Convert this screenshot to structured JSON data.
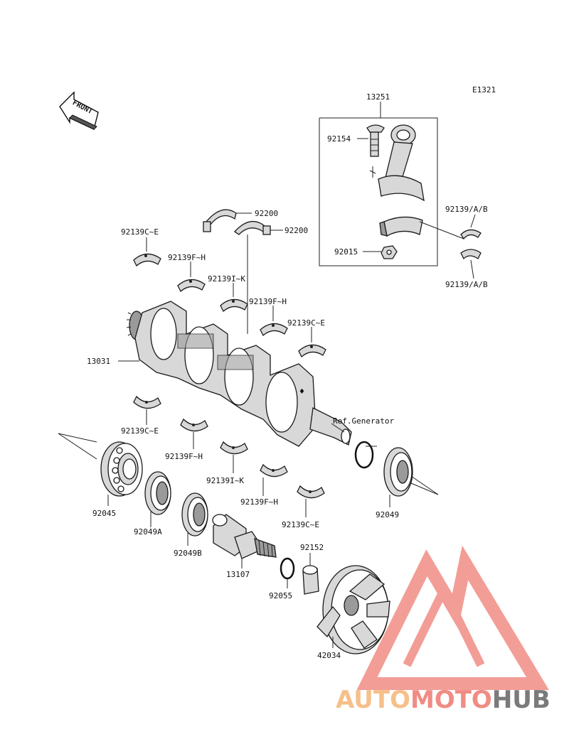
{
  "diagram_code": "E1321",
  "front_badge": "FRONT",
  "labels": {
    "conrod_assy": "13251",
    "conrod_bolt": "92154",
    "conrod_nut": "92015",
    "conrod_bearing_top": "92139/A/B",
    "conrod_bearing_bottom": "92139/A/B",
    "thrust_upper_1": "92200",
    "thrust_upper_2": "92200",
    "main_upper_ce_left": "92139C~E",
    "main_upper_fh_1": "92139F~H",
    "main_upper_ik": "92139I~K",
    "main_upper_fh_2": "92139F~H",
    "main_upper_ce_right": "92139C~E",
    "crankshaft": "13031",
    "main_lower_ce_left": "92139C~E",
    "main_lower_fh_1": "92139F~H",
    "main_lower_ik": "92139I~K",
    "main_lower_fh_2": "92139F~H",
    "main_lower_ce_right": "92139C~E",
    "ref_generator": "Ref.Generator",
    "bearing": "92045",
    "seal_a": "92049A",
    "seal_b": "92049B",
    "shaft": "13107",
    "oring": "92055",
    "collar": "92152",
    "impeller": "42034",
    "seal_right": "92049"
  },
  "watermark": {
    "part1": "AUTO",
    "part2": "MOTO",
    "part3": "HUB",
    "color1": "#f6c08a",
    "color2": "#f08c84",
    "color3": "#7a7a7a",
    "logo_color": "#f08c84"
  }
}
